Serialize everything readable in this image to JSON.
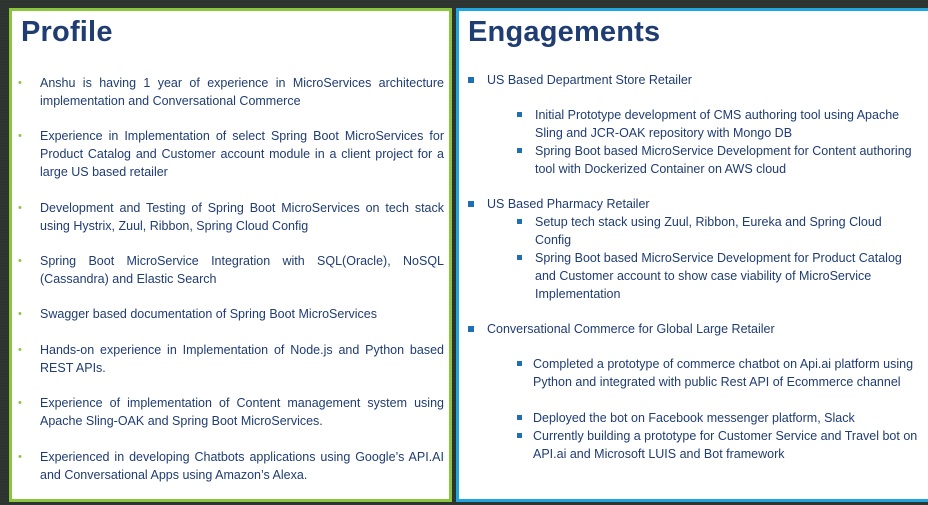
{
  "profile": {
    "title": "Profile",
    "items": [
      "Anshu is having 1 year of experience in MicroServices architecture implementation and Conversational Commerce",
      "Experience in Implementation of select Spring Boot MicroServices for Product Catalog and Customer account module in a client project for a large US based retailer",
      "Development and Testing of Spring Boot MicroServices on tech stack using Hystrix, Zuul, Ribbon, Spring Cloud Config",
      "Spring Boot MicroService Integration with SQL(Oracle), NoSQL (Cassandra) and Elastic Search",
      "Swagger based documentation of Spring Boot MicroServices",
      "Hands-on experience in  Implementation of Node.js and Python based REST APIs.",
      "Experience of implementation of Content management system using Apache Sling-OAK and Spring Boot MicroServices.",
      "Experienced in developing Chatbots applications using Google’s API.AI  and Conversational Apps using Amazon’s Alexa."
    ],
    "bullet_color": "#8cc63f",
    "border_color": "#8cc63f"
  },
  "engagements": {
    "title": "Engagements",
    "border_color": "#1ea7e1",
    "groups": [
      {
        "heading": "US Based  Department Store Retailer",
        "items": [
          "Initial Prototype development of CMS authoring tool using Apache Sling and JCR-OAK repository with Mongo DB",
          "Spring Boot based MicroService Development for Content authoring tool with Dockerized Container on AWS cloud"
        ]
      },
      {
        "heading": "US Based  Pharmacy Retailer",
        "items": [
          "Setup tech stack using Zuul, Ribbon, Eureka and Spring Cloud Config",
          "Spring Boot based MicroService Development for Product Catalog and Customer account to show case viability of MicroService Implementation"
        ]
      },
      {
        "heading": "Conversational Commerce for Global Large Retailer",
        "items": [
          "Completed a prototype of commerce chatbot on Api.ai platform using Python and integrated with public Rest API of Ecommerce channel",
          "Deployed the bot on Facebook messenger platform, Slack",
          "Currently building a prototype for Customer Service and Travel bot on API.ai and Microsoft LUIS and Bot framework"
        ]
      }
    ]
  },
  "colors": {
    "title_text": "#1f3c73",
    "body_text": "#1f3c73",
    "background": "#2d3430",
    "engagement_bullet": "#1f6fb5"
  }
}
